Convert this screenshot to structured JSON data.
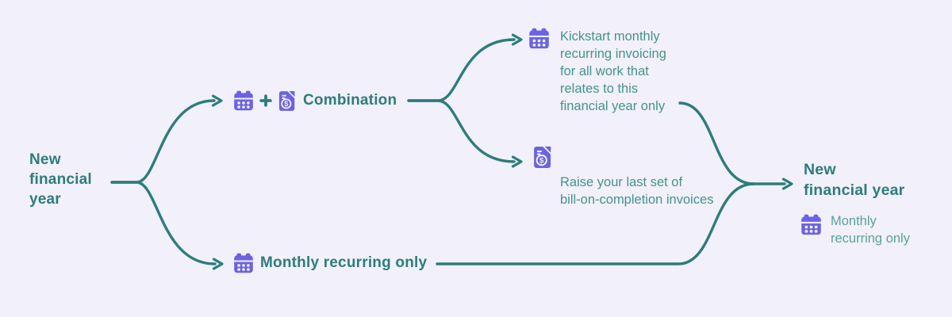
{
  "theme": {
    "bg": "#F2F0FA",
    "teal_dark": "#2C7D7B",
    "teal_body": "#44938D",
    "teal_light": "#58A29C",
    "purple": "#6B63DF",
    "cutout": "#F2F0FA"
  },
  "icons": {
    "invoice_symbol": "$"
  },
  "flow": {
    "start": {
      "title": "New financial year",
      "title_lines": [
        "New",
        "financial",
        "year"
      ]
    },
    "branch_combination": {
      "label": "Combination"
    },
    "outcome_kickstart": {
      "text": "Kickstart monthly recurring invoicing for all work that relates to this financial year only",
      "text_lines": [
        "Kickstart monthly",
        "recurring invoicing",
        "for all work that",
        "relates to this",
        "financial year only"
      ]
    },
    "outcome_raise": {
      "text": "Raise your last set of bill-on-completion invoices",
      "text_lines": [
        "Raise your last set of",
        "bill-on-completion invoices"
      ]
    },
    "branch_monthly": {
      "label": "Monthly recurring only"
    },
    "end": {
      "title": "New financial year",
      "title_lines": [
        "New",
        "financial year"
      ],
      "subtitle": "Monthly recurring only",
      "subtitle_lines": [
        "Monthly",
        "recurring only"
      ]
    }
  }
}
